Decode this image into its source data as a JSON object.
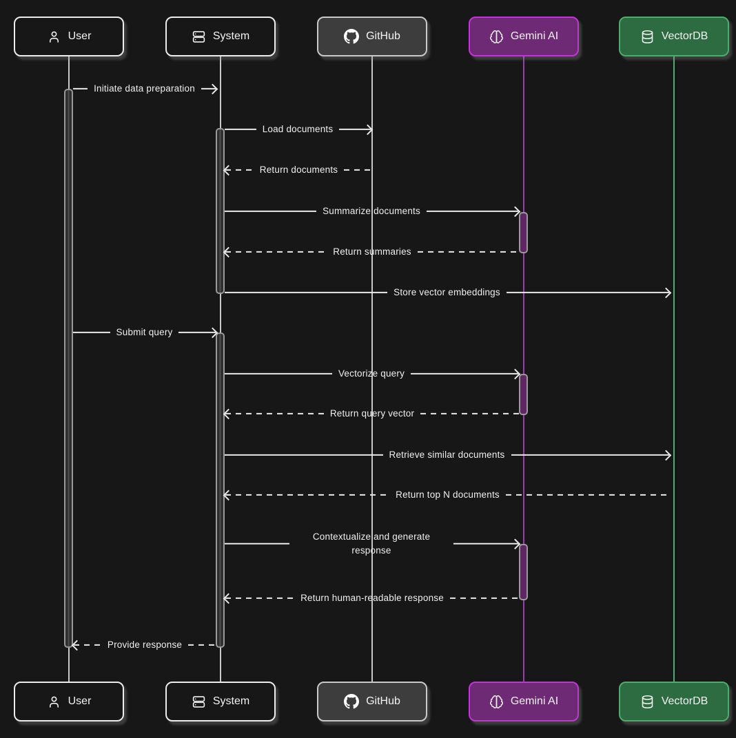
{
  "diagram_type": "sequence-diagram",
  "actors": [
    {
      "label": "User",
      "icon": "person-icon"
    },
    {
      "label": "System",
      "icon": "server-icon"
    },
    {
      "label": "GitHub",
      "icon": "github-icon"
    },
    {
      "label": "Gemini AI",
      "icon": "brain-icon"
    },
    {
      "label": "VectorDB",
      "icon": "database-icon"
    }
  ],
  "colors": {
    "background": "#171717",
    "text": "#efefef",
    "plain_actor_fill": "#171717",
    "plain_actor_border": "#ededed",
    "github_fill": "#3d3d3d",
    "github_border": "#c9c9c9",
    "gemini_fill": "#6e2a74",
    "gemini_border": "#c136d6",
    "gemini_lifeline": "#9b3ab1",
    "vectordb_fill": "#2d6b41",
    "vectordb_border": "#4bae6a",
    "vectordb_lifeline": "#4caf72",
    "neutral_lifeline": "#c9c9c9",
    "activation_fill": "#2e2e2e",
    "activation_border": "#9a9a9a",
    "gemini_activation_fill": "#5e2763"
  },
  "messages": [
    {
      "from": "User",
      "to": "System",
      "label": "Initiate data preparation",
      "line": "solid"
    },
    {
      "from": "System",
      "to": "GitHub",
      "label": "Load documents",
      "line": "solid"
    },
    {
      "from": "GitHub",
      "to": "System",
      "label": "Return documents",
      "line": "dashed"
    },
    {
      "from": "System",
      "to": "Gemini AI",
      "label": "Summarize documents",
      "line": "solid"
    },
    {
      "from": "Gemini AI",
      "to": "System",
      "label": "Return summaries",
      "line": "dashed"
    },
    {
      "from": "System",
      "to": "VectorDB",
      "label": "Store vector embeddings",
      "line": "solid"
    },
    {
      "from": "User",
      "to": "System",
      "label": "Submit query",
      "line": "solid"
    },
    {
      "from": "System",
      "to": "Gemini AI",
      "label": "Vectorize query",
      "line": "solid"
    },
    {
      "from": "Gemini AI",
      "to": "System",
      "label": "Return query vector",
      "line": "dashed"
    },
    {
      "from": "System",
      "to": "VectorDB",
      "label": "Retrieve similar documents",
      "line": "solid"
    },
    {
      "from": "VectorDB",
      "to": "System",
      "label": "Return top N documents",
      "line": "dashed"
    },
    {
      "from": "System",
      "to": "Gemini AI",
      "label": "Contextualize and generate response",
      "line": "solid"
    },
    {
      "from": "Gemini AI",
      "to": "System",
      "label": "Return human-readable response",
      "line": "dashed"
    },
    {
      "from": "System",
      "to": "User",
      "label": "Provide response",
      "line": "dashed"
    }
  ]
}
